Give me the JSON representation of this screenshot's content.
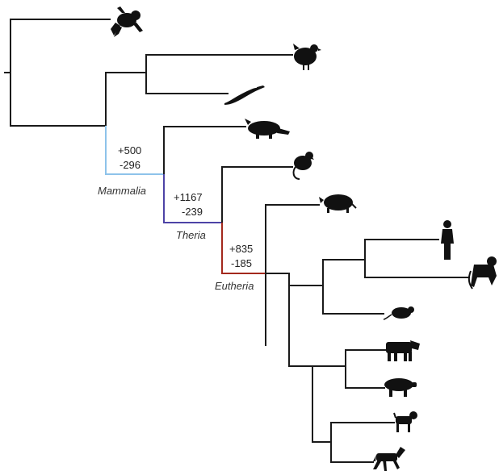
{
  "colors": {
    "branch": "#1a1a1a",
    "mammalia": "#8ec3ea",
    "theria": "#4d43a6",
    "eutheria": "#a3281d",
    "label_text": "#333333"
  },
  "clades": {
    "mammalia": {
      "name": "Mammalia",
      "gain": "+500",
      "loss": "-296"
    },
    "theria": {
      "name": "Theria",
      "gain": "+1167",
      "loss": "-239"
    },
    "eutheria": {
      "name": "Eutheria",
      "gain": "+835",
      "loss": "-185"
    }
  },
  "taxa": [
    {
      "icon": "frog-icon"
    },
    {
      "icon": "chicken-icon"
    },
    {
      "icon": "lizard-icon"
    },
    {
      "icon": "platypus-icon"
    },
    {
      "icon": "opossum-icon"
    },
    {
      "icon": "armadillo-icon"
    },
    {
      "icon": "human-icon"
    },
    {
      "icon": "monkey-icon"
    },
    {
      "icon": "mouse-icon"
    },
    {
      "icon": "cow-icon"
    },
    {
      "icon": "pig-icon"
    },
    {
      "icon": "dog-icon"
    },
    {
      "icon": "horse-icon"
    }
  ]
}
